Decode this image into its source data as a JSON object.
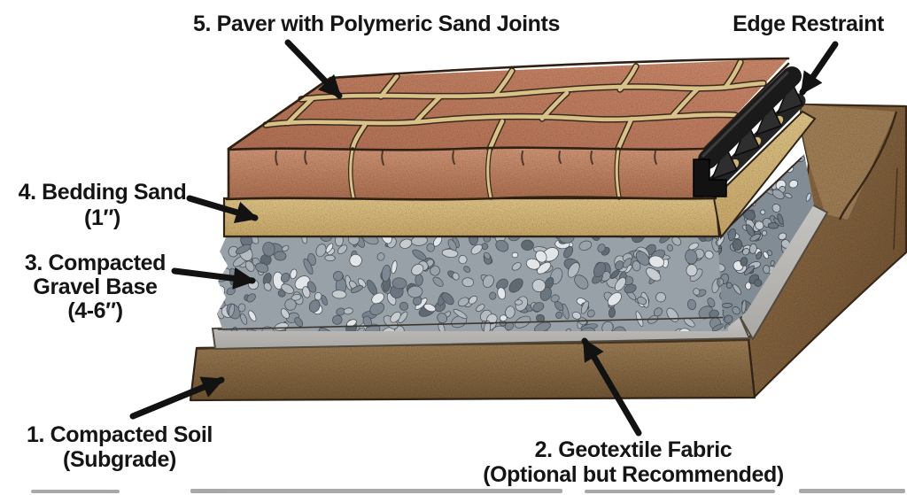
{
  "diagram": {
    "background": "#ffffff",
    "callouts": {
      "paver": "5. Paver with Polymeric Sand Joints",
      "edge_restraint": "Edge Restraint",
      "bedding_sand_1": "4. Bedding Sand",
      "bedding_sand_2": "(1″)",
      "gravel_1": "3. Compacted",
      "gravel_2": "Gravel Base",
      "gravel_3": "(4-6″)",
      "soil_1": "1. Compacted Soil",
      "soil_2": "(Subgrade)",
      "geotextile_1": "2. Geotextile Fabric",
      "geotextile_2": "(Optional but Recommended)"
    },
    "layers": [
      {
        "number": "5",
        "name": "Paver with Polymeric Sand Joints",
        "note": "",
        "color": "#b97a5e"
      },
      {
        "number": "4",
        "name": "Bedding Sand",
        "note": "1″",
        "color": "#d5b67c"
      },
      {
        "number": "3",
        "name": "Compacted Gravel Base",
        "note": "4-6″",
        "color": "#9aa2aa"
      },
      {
        "number": "2",
        "name": "Geotextile Fabric",
        "note": "Optional but Recommended",
        "color": "#b9b7b3"
      },
      {
        "number": "1",
        "name": "Compacted Soil",
        "note": "Subgrade",
        "color": "#8b6843"
      },
      {
        "number": "",
        "name": "Edge Restraint",
        "note": "",
        "color": "#1c1c1c"
      }
    ],
    "colors": {
      "sand_joint": "#d9c18a",
      "outline": "#33251a",
      "label_text": "#151515",
      "arrow": "#121212"
    }
  }
}
